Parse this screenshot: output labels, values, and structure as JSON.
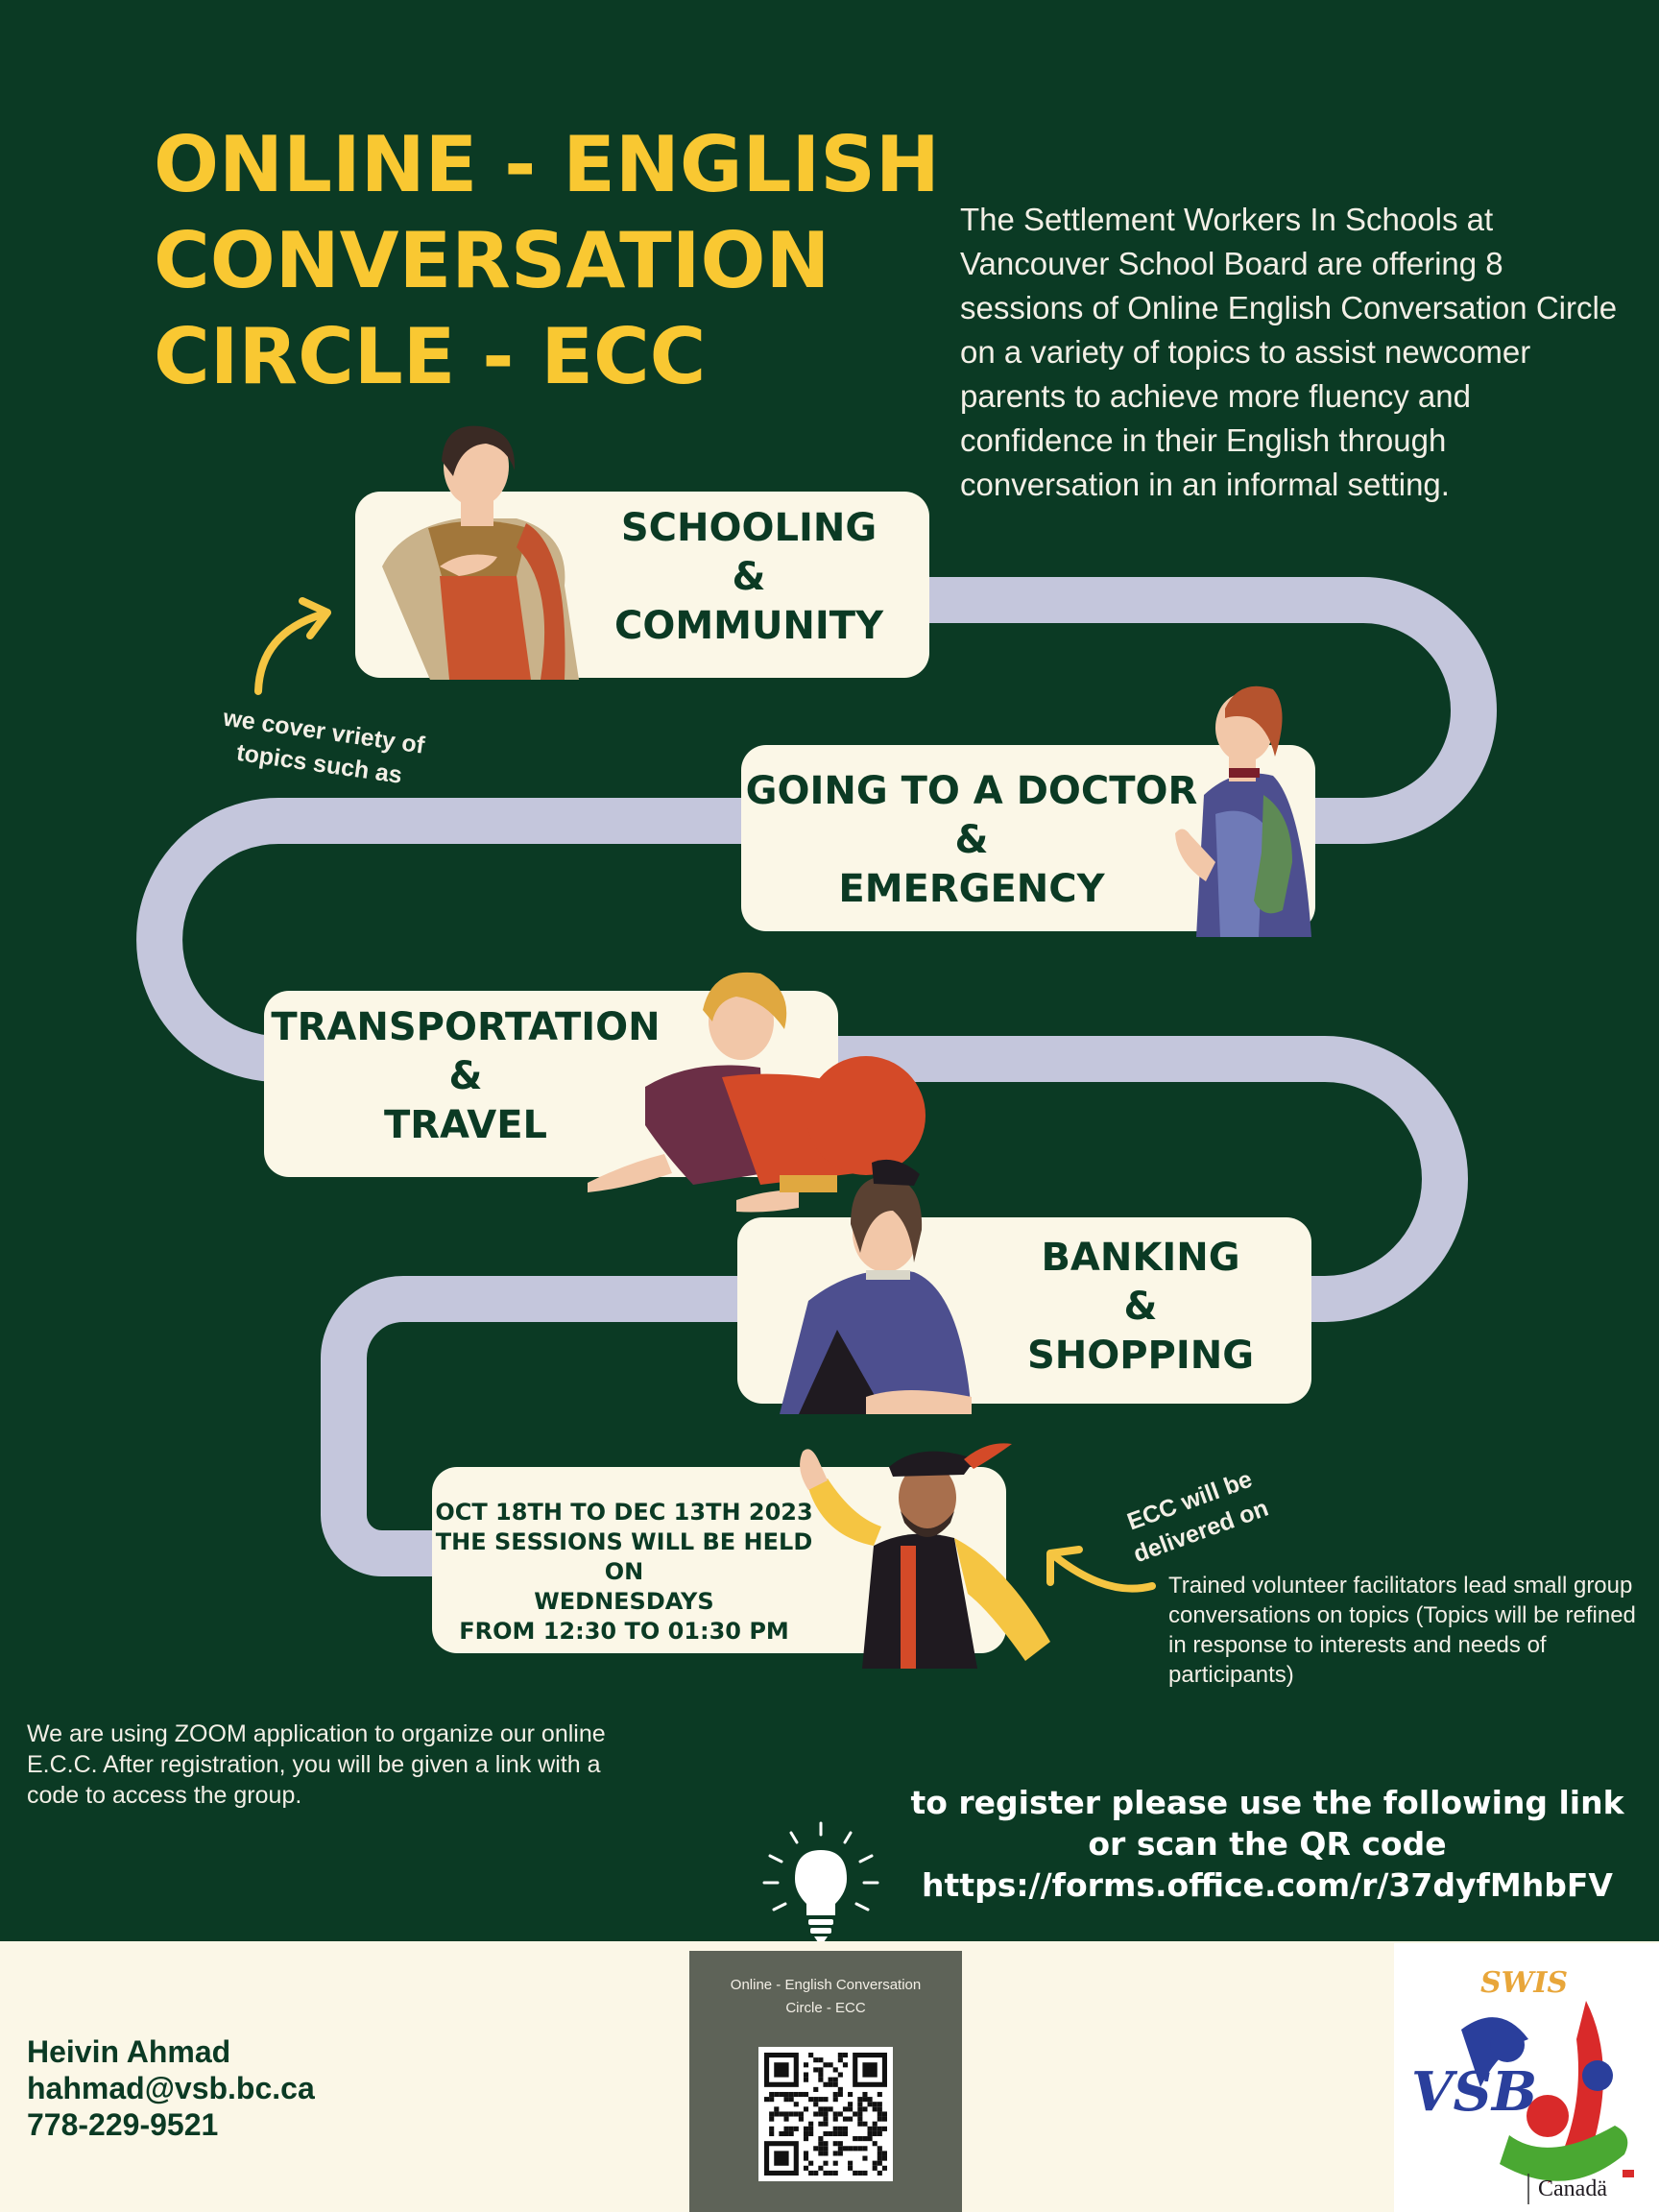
{
  "title": {
    "lines": [
      "ONLINE - ENGLISH",
      "CONVERSATION",
      "CIRCLE - ECC"
    ]
  },
  "intro": "The Settlement Workers In Schools at Vancouver School Board are offering 8 sessions of Online English Conversation Circle on a variety of topics to assist newcomer parents to achieve more fluency and confidence in their English through conversation in an informal setting.",
  "topics_note": {
    "line1": "we cover vriety of",
    "line2": "topics such as"
  },
  "topics": [
    {
      "line1": "SCHOOLING",
      "line2": "&",
      "line3": "COMMUNITY"
    },
    {
      "line1": "GOING TO A DOCTOR",
      "line2": "&",
      "line3": "EMERGENCY"
    },
    {
      "line1": "TRANSPORTATION",
      "line2": "&",
      "line3": "TRAVEL"
    },
    {
      "line1": "BANKING",
      "line2": "&",
      "line3": "SHOPPING"
    }
  ],
  "sessions": {
    "lines": [
      "OCT 18TH TO DEC 13TH 2023",
      "THE SESSIONS WILL BE HELD",
      "ON",
      "WEDNESDAYS",
      "FROM 12:30 TO 01:30 PM"
    ]
  },
  "delivery_note": {
    "line1": "ECC will be",
    "line2": "delivered on"
  },
  "facilitators": "Trained volunteer facilitators lead small group conversations on topics (Topics will be refined in response to interests and needs of participants)",
  "zoom": "We are using ZOOM application to organize our online E.C.C. After registration, you will be given a link with a code to access the group.",
  "register": {
    "line1": "to register please use the following link",
    "line2": "or scan the QR code",
    "link": "https://forms.office.com/r/37dyfMhbFV"
  },
  "contact": {
    "name": "Heivin Ahmad",
    "email": "hahmad@vsb.bc.ca",
    "phone": "778-229-9521"
  },
  "qr_card": {
    "line1": "Online - English Conversation",
    "line2": "Circle - ECC"
  },
  "logo": {
    "swis": "SWIS",
    "vsb": "VSB",
    "canada": "Canadä"
  },
  "colors": {
    "background": "#0b3a24",
    "title_yellow": "#f9c832",
    "card_cream": "#fbf7e7",
    "path_lavender": "#c4c6dc"
  }
}
